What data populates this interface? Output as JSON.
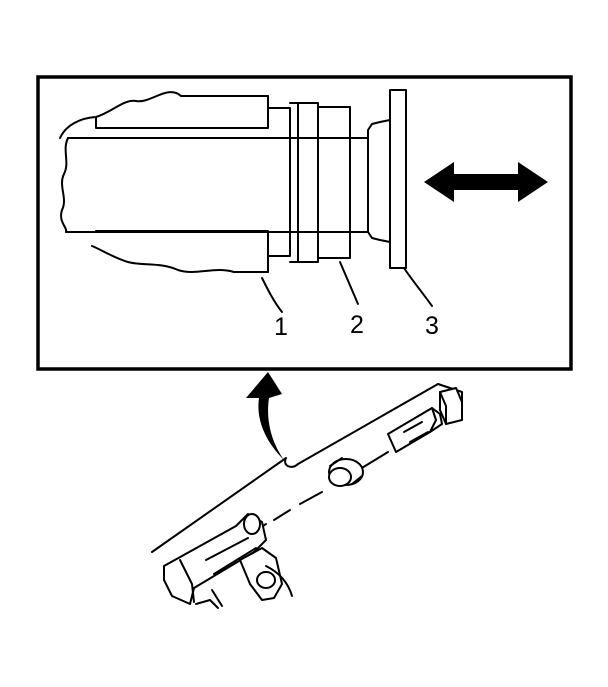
{
  "callouts": [
    {
      "id": "1",
      "label": "1"
    },
    {
      "id": "2",
      "label": "2"
    },
    {
      "id": "3",
      "label": "3"
    }
  ],
  "icons": {
    "travel_arrow": "double-headed-arrow-icon",
    "detail_arrow": "curved-arrow-icon"
  },
  "colors": {
    "ink": "#000000",
    "paper": "#ffffff"
  }
}
